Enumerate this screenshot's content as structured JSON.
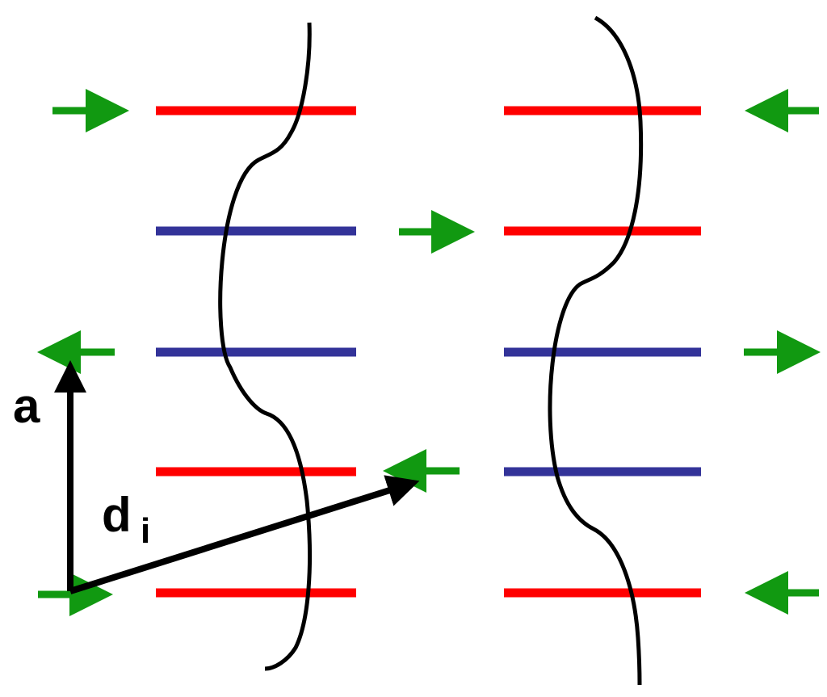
{
  "labels": {
    "a": "a",
    "d": "d",
    "d_subscript": "i"
  },
  "colors": {
    "background": "#ffffff",
    "red_line": "#ff0000",
    "blue_line": "#333399",
    "green_arrow": "#119911",
    "black": "#000000"
  },
  "columns": [
    {
      "name": "left",
      "lines": [
        "red",
        "blue",
        "blue",
        "red",
        "red"
      ],
      "arrows": [
        "right",
        "right",
        "left",
        "left",
        "right"
      ]
    },
    {
      "name": "right",
      "lines": [
        "red",
        "red",
        "blue",
        "blue",
        "red"
      ],
      "arrows": [
        "left",
        "none",
        "right",
        "none",
        "left"
      ]
    }
  ]
}
